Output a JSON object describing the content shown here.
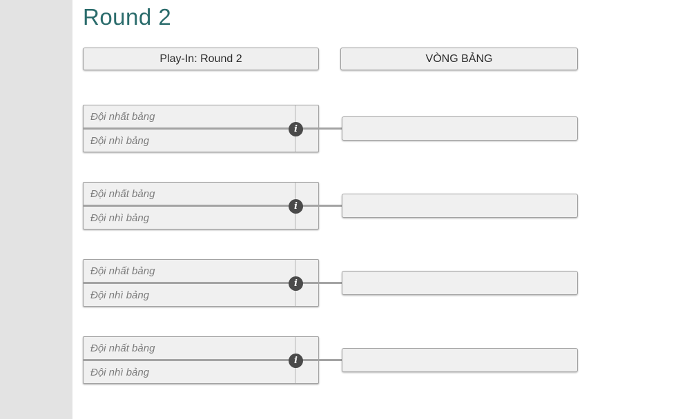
{
  "page": {
    "title": "Round 2"
  },
  "headers": [
    {
      "label": "Play-In: Round 2"
    },
    {
      "label": "VÒNG BẢNG"
    }
  ],
  "bracket": {
    "matches": [
      {
        "top": "Đội nhất bảng",
        "bottom": "Đội nhì bảng"
      },
      {
        "top": "Đội nhất bảng",
        "bottom": "Đội nhì bảng"
      },
      {
        "top": "Đội nhất bảng",
        "bottom": "Đội nhì bảng"
      },
      {
        "top": "Đội nhất bảng",
        "bottom": "Đội nhì bảng"
      }
    ]
  },
  "icons": {
    "info_glyph": "i"
  },
  "colors": {
    "title": "#2b6c6c",
    "left_strip": "#e3e3e3",
    "box_fill": "#f0f0f0",
    "box_border": "#a3a3a3",
    "connector": "#a3a3a3",
    "team_text": "#7d7d7d",
    "info_icon_bg": "#4a4a4a",
    "header_text": "#2b2b2b"
  }
}
